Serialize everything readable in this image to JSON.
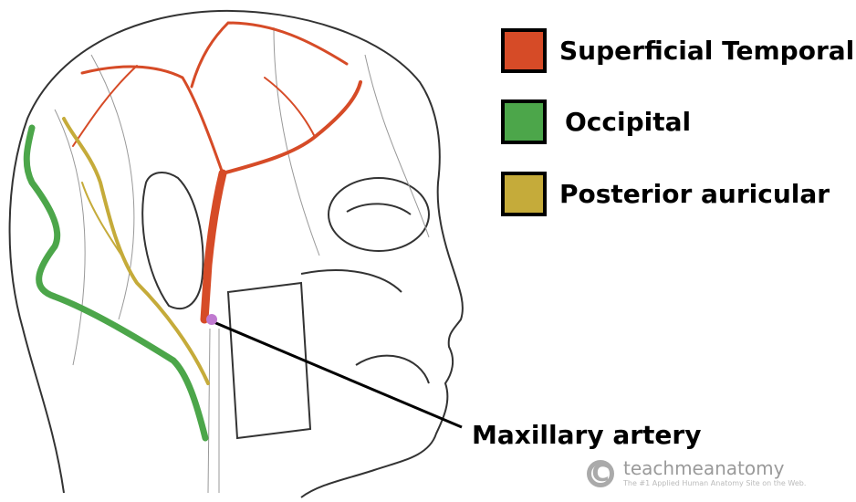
{
  "legend": [
    {
      "label": "Superficial Temporal",
      "color": "#d64b27"
    },
    {
      "label": "Occipital",
      "color": "#4ca64a"
    },
    {
      "label": "Posterior auricular",
      "color": "#c5ab3a"
    }
  ],
  "callout": {
    "label": "Maxillary artery",
    "marker_color": "#c07ad0"
  },
  "watermark": {
    "name": "teachmeanatomy",
    "tagline": "The #1 Applied Human Anatomy Site on the Web."
  }
}
